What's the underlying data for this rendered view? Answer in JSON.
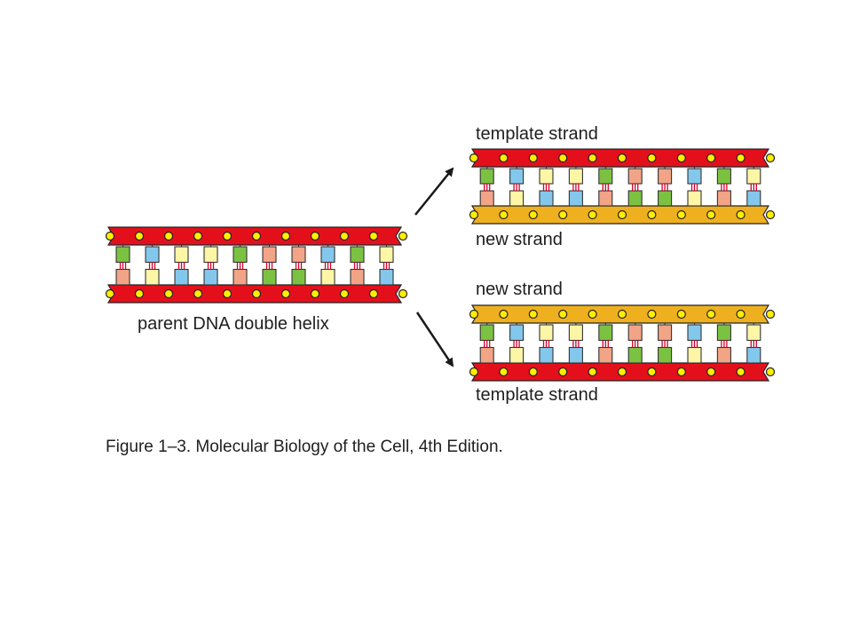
{
  "labels": {
    "parent": "parent DNA double helix",
    "top_template": "template strand",
    "top_new": "new strand",
    "bottom_new": "new strand",
    "bottom_template": "template strand"
  },
  "caption": "Figure 1–3. Molecular Biology of the Cell, 4th Edition.",
  "colors": {
    "parent_strand": "#e3101c",
    "new_strand": "#efb020",
    "phosphate": "#ffee00",
    "rung": "#d4002a",
    "base_A": "#7cc242",
    "base_T": "#f2a487",
    "base_C": "#83c8ec",
    "base_G": "#fdf6a6"
  },
  "parent_sequence_top": [
    "A",
    "C",
    "G",
    "G",
    "A",
    "T",
    "T",
    "C",
    "A",
    "G"
  ],
  "pairing": {
    "A": "T",
    "T": "A",
    "C": "G",
    "G": "C"
  }
}
